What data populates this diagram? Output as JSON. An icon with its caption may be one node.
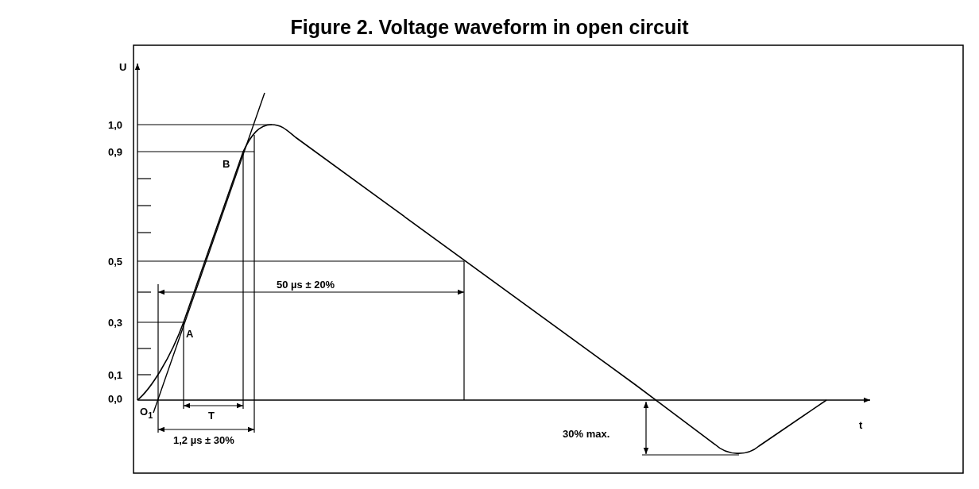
{
  "diagram": {
    "title": "Figure 2. Voltage waveform in open circuit",
    "labels": [
      "U",
      "1,0",
      "0,9",
      "B",
      "0,5",
      "50 µs ± 20%",
      "0,3",
      "A",
      "0,1",
      "0,0",
      "O$_{1}$",
      "T",
      "1,2 µs ± 30%",
      "t",
      "30% max."
    ]
  }
}
